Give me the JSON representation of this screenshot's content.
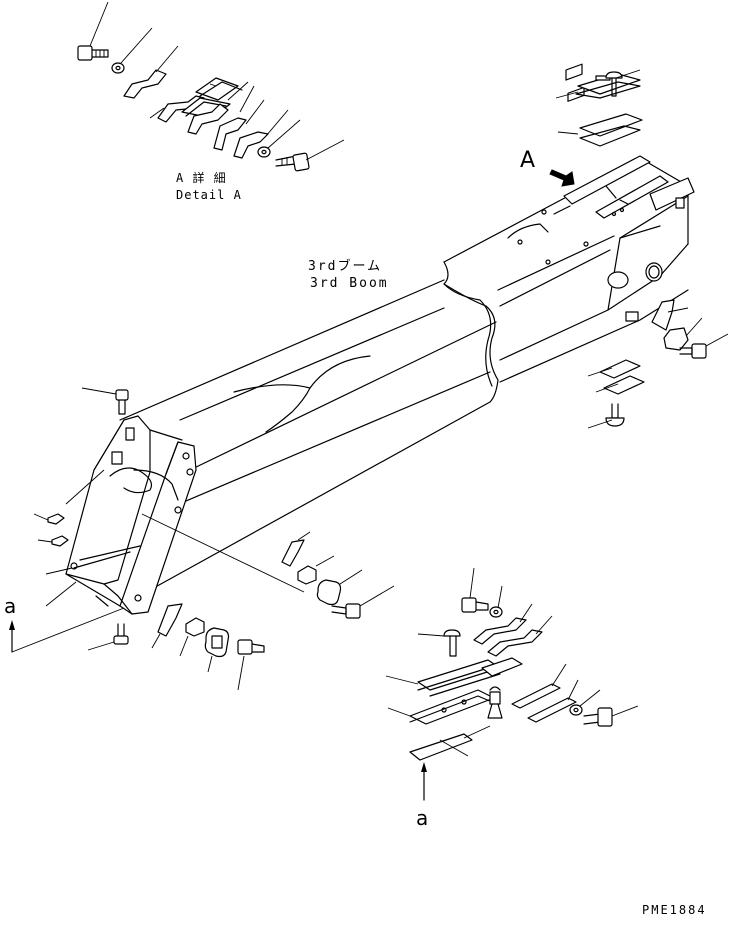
{
  "labels": {
    "detail_line1": "A 詳 細",
    "detail_line2": "Detail A",
    "boom_jp": "3rdブーム",
    "boom_en": "3rd Boom",
    "view_a": "A",
    "ref_a_left": "a",
    "ref_a_bottom": "a",
    "drawing_code": "PME1884"
  }
}
